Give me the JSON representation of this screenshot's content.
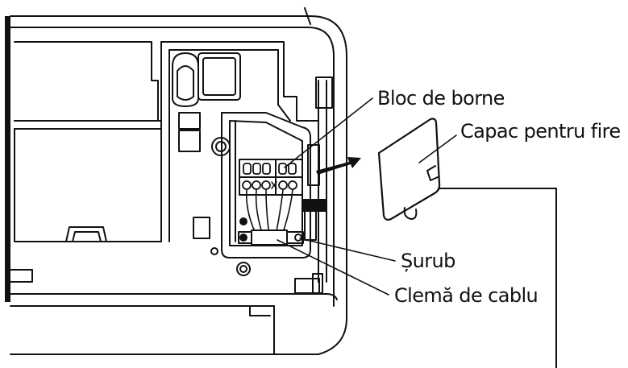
{
  "labels": {
    "terminal_block": "Bloc de borne",
    "wire_cover": "Capac pentru fire",
    "screw": "Șurub",
    "cable_clamp": "Clemă de cablu"
  },
  "colors": {
    "line": "#111111",
    "background": "#ffffff"
  }
}
